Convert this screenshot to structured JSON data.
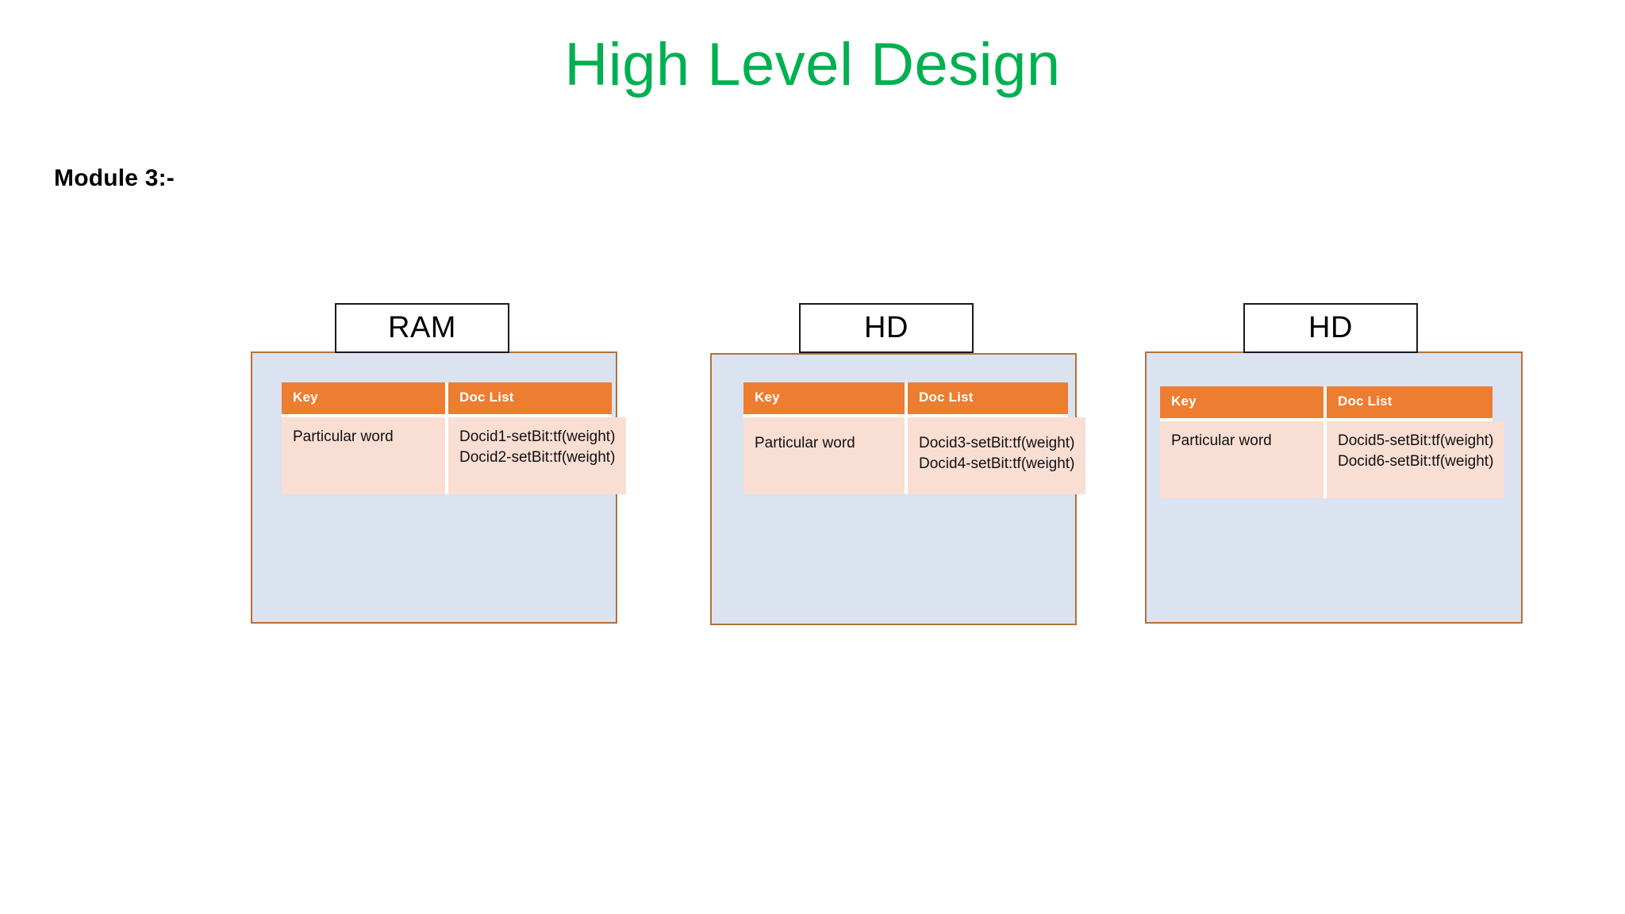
{
  "slide": {
    "title": "High Level Design",
    "title_color": "#00b050",
    "module_caption": "Module 3:-",
    "background": "#ffffff"
  },
  "theme": {
    "header_orange": "#ed7d31",
    "row_pink": "#f9ded3",
    "box_blue": "#dbe2f0",
    "box_border_brown": "#b5713a",
    "label_border": "#1a1a1a"
  },
  "columns": {
    "key": "Key",
    "doc_list": "Doc List"
  },
  "groups": [
    {
      "device": "RAM",
      "key": "Particular word",
      "docs": [
        "Docid1-setBit:tf(weight)",
        "Docid2-setBit:tf(weight)"
      ]
    },
    {
      "device": "HD",
      "key": "Particular word",
      "docs": [
        "Docid3-setBit:tf(weight)",
        "Docid4-setBit:tf(weight)"
      ]
    },
    {
      "device": "HD",
      "key": "Particular word",
      "docs": [
        "Docid5-setBit:tf(weight)",
        "Docid6-setBit:tf(weight)"
      ]
    }
  ]
}
